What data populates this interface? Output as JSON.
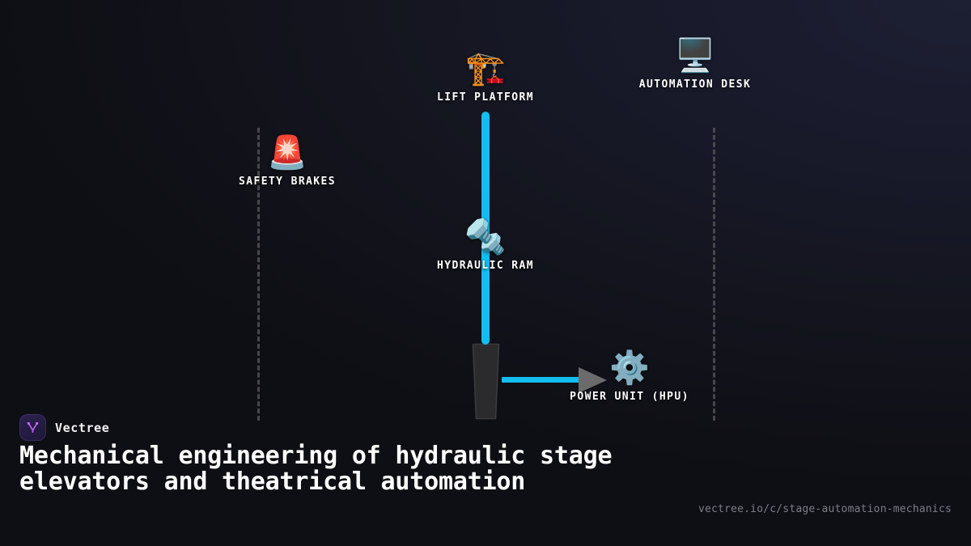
{
  "page": {
    "background_dark": "#0e0f14",
    "background_navy": "#1d1f33",
    "accent": "#14bdf0",
    "guide_color": "#4b4b4f",
    "arrow_color": "#6b6b6b"
  },
  "diagram": {
    "nodes": [
      {
        "id": "lift-platform",
        "label": "LIFT PLATFORM",
        "icon": "construction-crane-icon",
        "glyph": "🏗️"
      },
      {
        "id": "automation-desk",
        "label": "AUTOMATION DESK",
        "icon": "desktop-computer-icon",
        "glyph": "🖥️"
      },
      {
        "id": "safety-brakes",
        "label": "SAFETY BRAKES",
        "icon": "rotating-light-icon",
        "glyph": "🚨"
      },
      {
        "id": "hydraulic-ram",
        "label": "HYDRAULIC RAM",
        "icon": "nut-and-bolt-icon",
        "glyph": "🔩"
      },
      {
        "id": "power-unit",
        "label": "POWER UNIT (HPU)",
        "icon": "gear-icon",
        "glyph": "⚙️"
      }
    ]
  },
  "footer": {
    "brand_name": "Vectree",
    "brand_icon": "vectree-logo-icon",
    "headline": "Mechanical engineering of hydraulic stage elevators and theatrical automation",
    "permalink": "vectree.io/c/stage-automation-mechanics"
  }
}
